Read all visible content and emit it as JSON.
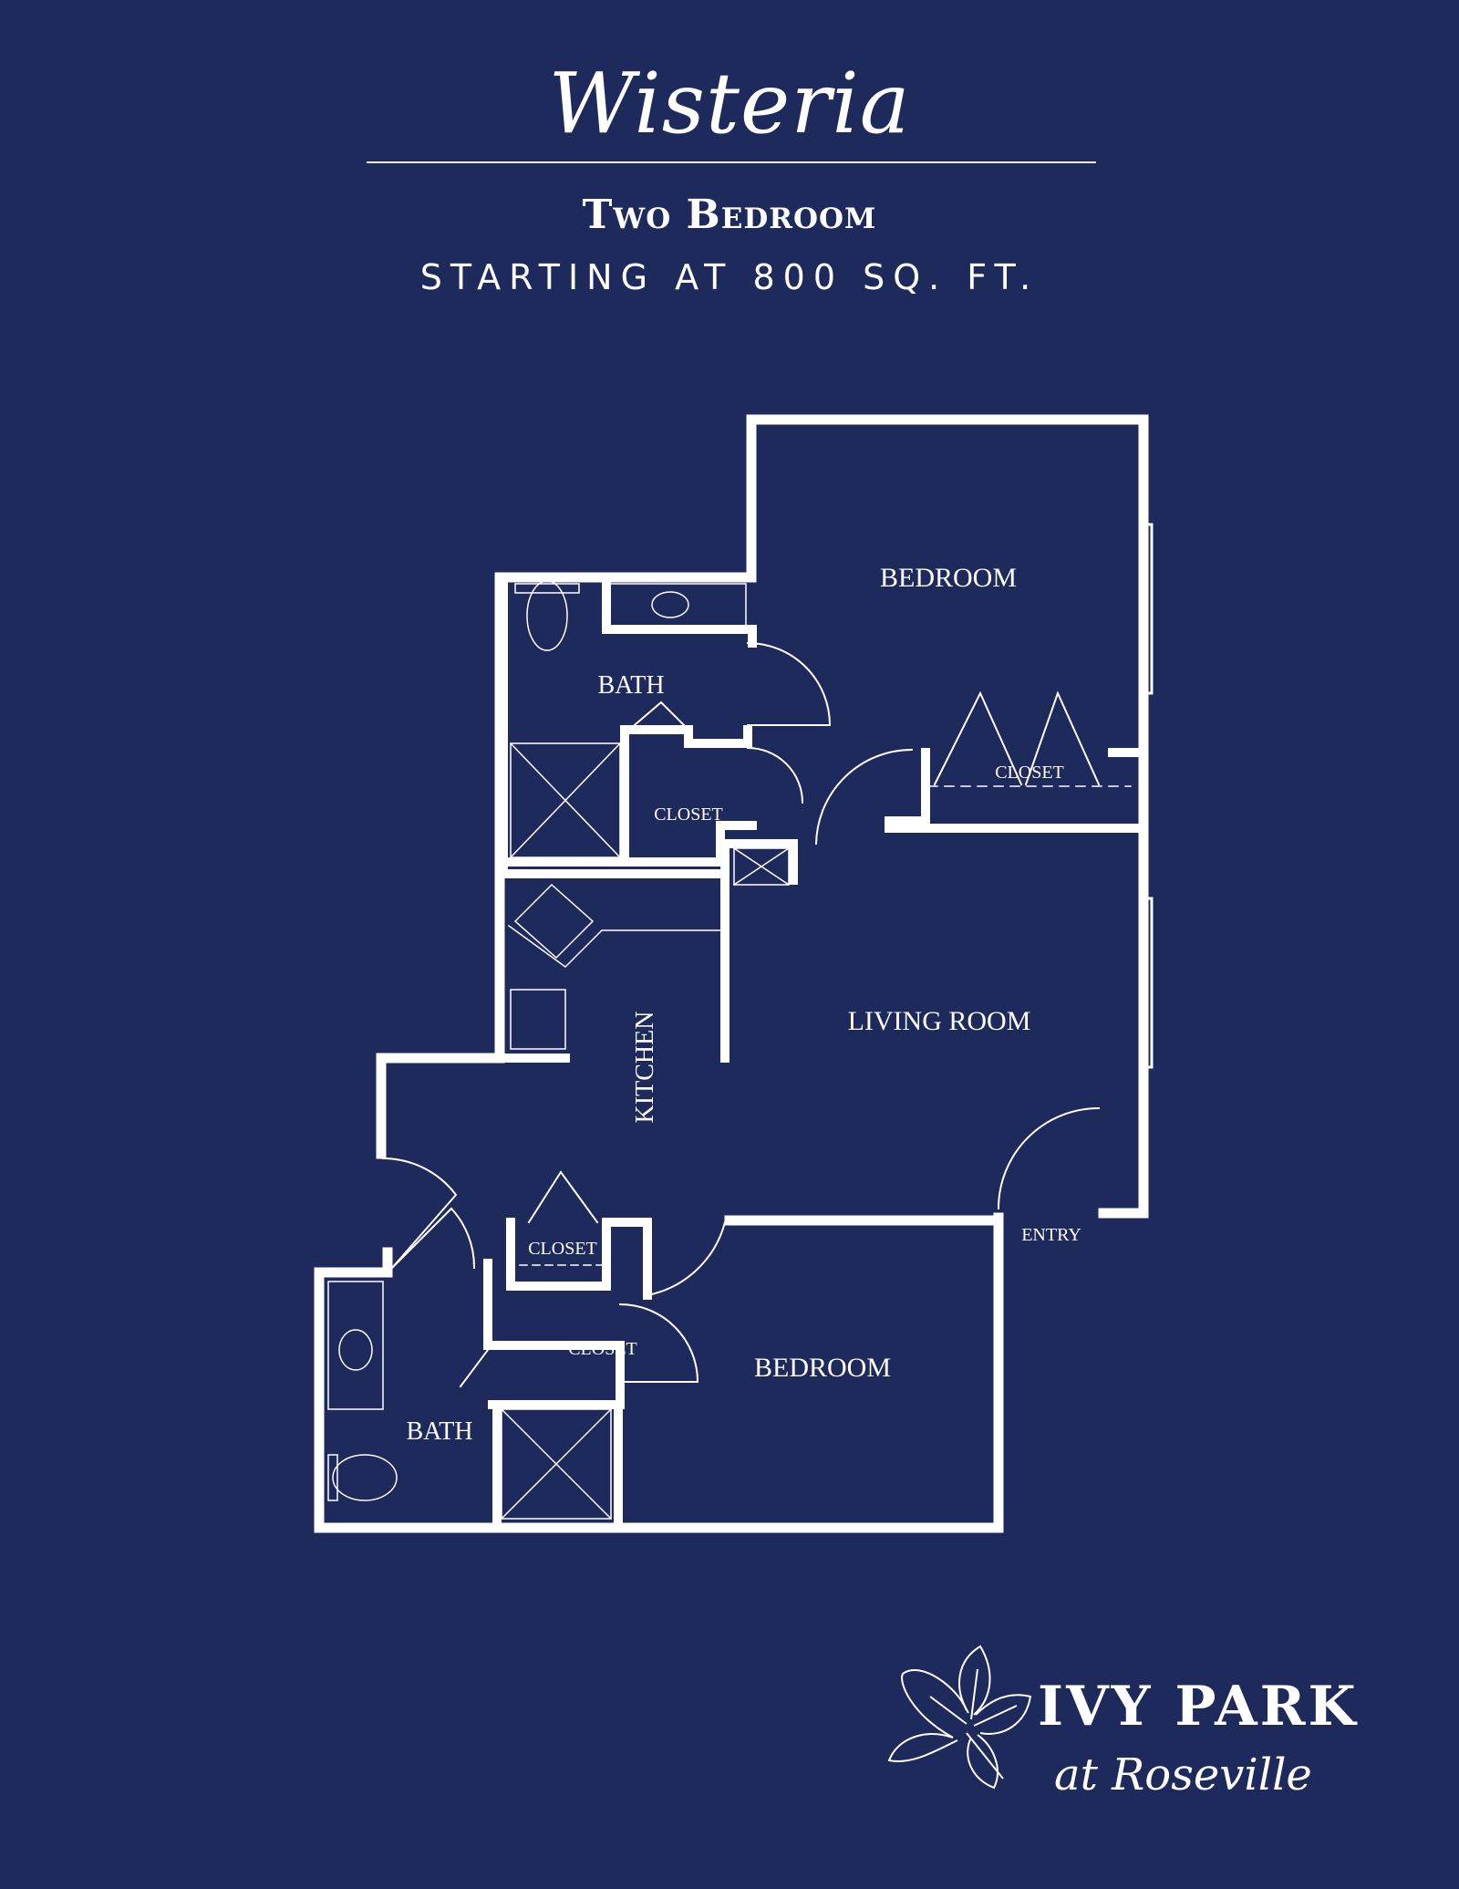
{
  "header": {
    "title": "Wisteria",
    "subtitle": "Two Bedroom",
    "area": "STARTING AT 800 SQ. FT."
  },
  "plan": {
    "labels": {
      "bedroom_top": "BEDROOM",
      "bath_top": "BATH",
      "closet_top_right": "CLOSET",
      "closet_center": "CLOSET",
      "living_room": "LIVING ROOM",
      "kitchen": "KITCHEN",
      "entry": "ENTRY",
      "closet_lower_upper": "CLOSET",
      "closet_lower_lower": "CLOSET",
      "bedroom_bottom": "BEDROOM",
      "bath_bottom": "BATH"
    }
  },
  "brand": {
    "name": "IVY PARK",
    "sub": "at Roseville",
    "logo_icon": "ivy-leaf-icon"
  },
  "colors": {
    "background": "#1e2a5c",
    "line": "#ffffff"
  }
}
